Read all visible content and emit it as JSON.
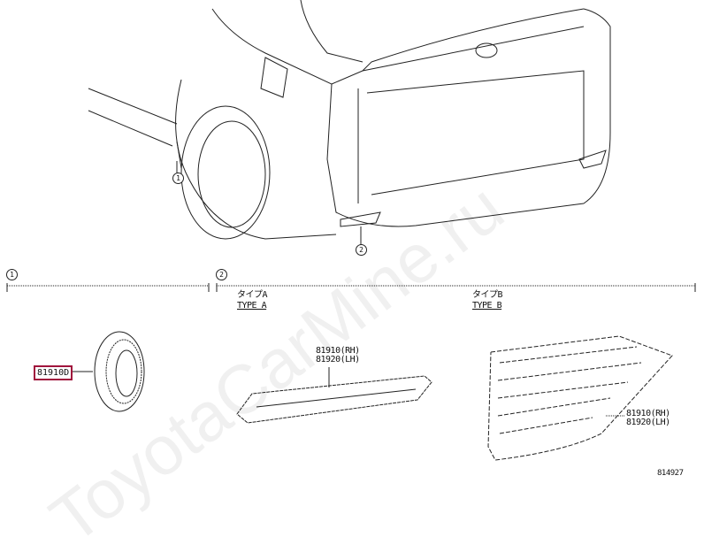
{
  "watermark": "ToyotaCarMine.ru",
  "callouts": {
    "one": "1",
    "two": "2"
  },
  "sections": {
    "section1": {
      "number": "1",
      "part_number": "81910D"
    },
    "section2": {
      "number": "2",
      "type_a": {
        "label_jp": "タイプA",
        "label": "TYPE A",
        "part_rh": "81910(RH)",
        "part_lh": "81920(LH)"
      },
      "type_b": {
        "label_jp": "タイプB",
        "label": "TYPE B",
        "part_rh": "81910(RH)",
        "part_lh": "81920(LH)"
      }
    }
  },
  "diagram_code": "814927",
  "colors": {
    "highlight": "#a0143c",
    "line": "#222222"
  }
}
